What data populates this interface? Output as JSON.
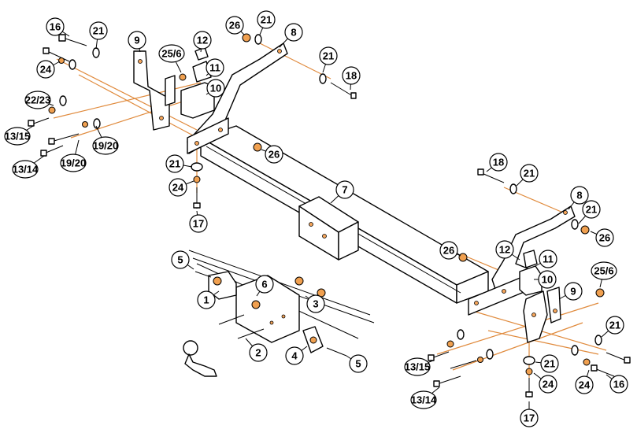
{
  "callouts": [
    {
      "label": "16"
    },
    {
      "label": "21"
    },
    {
      "label": "24"
    },
    {
      "label": "9"
    },
    {
      "label": "25/6"
    },
    {
      "label": "12"
    },
    {
      "label": "11"
    },
    {
      "label": "10"
    },
    {
      "label": "26"
    },
    {
      "label": "21"
    },
    {
      "label": "8"
    },
    {
      "label": "21"
    },
    {
      "label": "18"
    },
    {
      "label": "22/23"
    },
    {
      "label": "13/15"
    },
    {
      "label": "19/20"
    },
    {
      "label": "13/14"
    },
    {
      "label": "19/20"
    },
    {
      "label": "26"
    },
    {
      "label": "21"
    },
    {
      "label": "24"
    },
    {
      "label": "17"
    },
    {
      "label": "7"
    },
    {
      "label": "18"
    },
    {
      "label": "21"
    },
    {
      "label": "8"
    },
    {
      "label": "21"
    },
    {
      "label": "26"
    },
    {
      "label": "26"
    },
    {
      "label": "12"
    },
    {
      "label": "11"
    },
    {
      "label": "10"
    },
    {
      "label": "25/6"
    },
    {
      "label": "9"
    },
    {
      "label": "5"
    },
    {
      "label": "6"
    },
    {
      "label": "1"
    },
    {
      "label": "3"
    },
    {
      "label": "2"
    },
    {
      "label": "4"
    },
    {
      "label": "5"
    },
    {
      "label": "21"
    },
    {
      "label": "13/15"
    },
    {
      "label": "21"
    },
    {
      "label": "24"
    },
    {
      "label": "16"
    },
    {
      "label": "24"
    },
    {
      "label": "13/14"
    },
    {
      "label": "17"
    }
  ]
}
